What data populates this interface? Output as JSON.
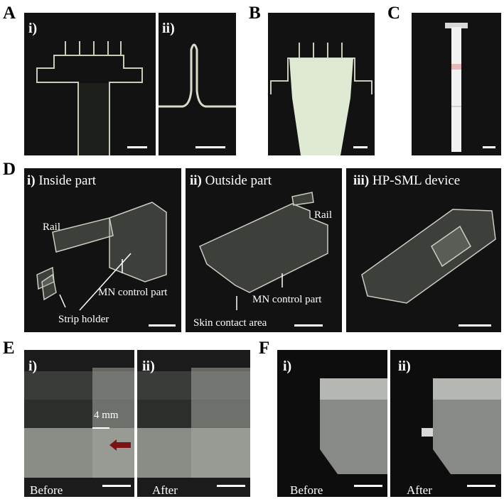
{
  "panel_letters": {
    "a": "A",
    "b": "B",
    "c": "C",
    "d": "D",
    "e": "E",
    "f": "F"
  },
  "panel_a": {
    "sub_i": "i)",
    "sub_ii": "ii)"
  },
  "panel_d": {
    "i": {
      "num": "i)",
      "title": "Inside part",
      "rail": "Rail",
      "mn": "MN control part",
      "strip": "Strip holder"
    },
    "ii": {
      "num": "ii)",
      "title": "Outside part",
      "rail": "Rail",
      "mn": "MN control part",
      "skin": "Skin contact area"
    },
    "iii": {
      "num": "iii)",
      "title": "HP-SML device"
    }
  },
  "panel_e": {
    "sub_i": "i)",
    "sub_ii": "ii)",
    "distance": "4 mm",
    "before": "Before",
    "after": "After"
  },
  "panel_f": {
    "sub_i": "i)",
    "sub_ii": "ii)",
    "before": "Before",
    "after": "After"
  },
  "colors": {
    "panel_bg": "#121212",
    "arrow_red": "#7a1414",
    "strip_pad": "#dfe9d3"
  }
}
